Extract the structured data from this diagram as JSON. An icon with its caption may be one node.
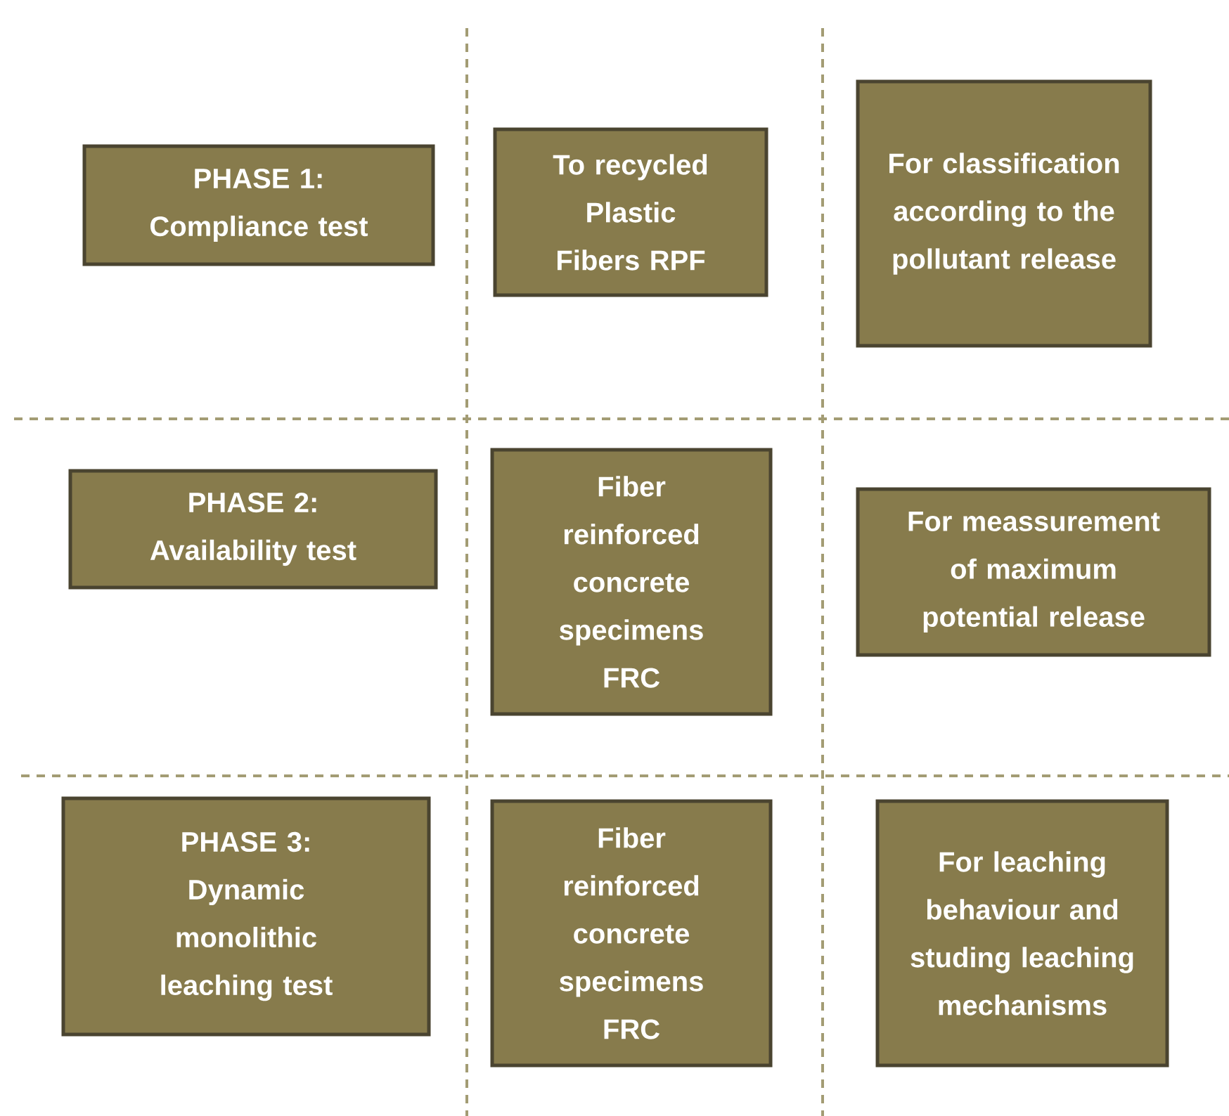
{
  "diagram": {
    "nodes": [
      {
        "text": [
          "PHASE 1: Compliance test"
        ]
      },
      {
        "text": [
          "To recycled Plastic Fibers RPF"
        ]
      },
      {
        "text": [
          "For classification according to the pollutant release"
        ]
      },
      {
        "text": [
          "PHASE 2: Availability test"
        ]
      },
      {
        "text": [
          "Fiber reinforced concrete specimens FRC"
        ]
      },
      {
        "text": [
          "For meassurement of maximum potential release"
        ]
      },
      {
        "text": [
          "PHASE 3: Dynamic monolithic leaching test"
        ]
      },
      {
        "text": [
          "Fiber reinforced concrete specimens FRC"
        ]
      },
      {
        "text": [
          "For leaching behaviour and studing leaching mechanisms"
        ]
      }
    ]
  }
}
